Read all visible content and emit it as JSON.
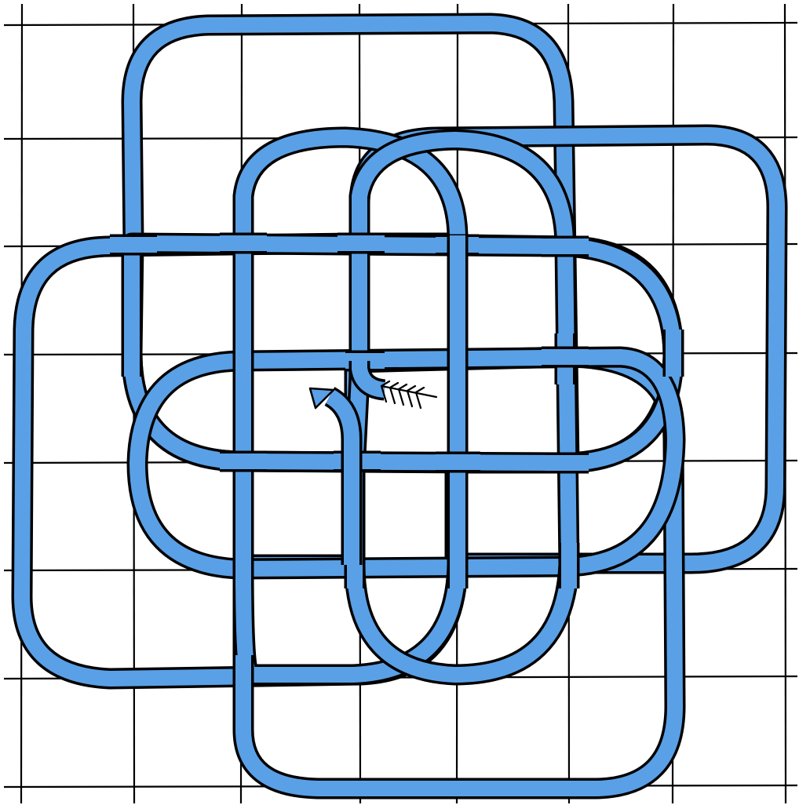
{
  "diagram": {
    "kind": "celtic-knot-on-grid",
    "band_color": "#5aa0e6",
    "outline_color": "#000000",
    "grid_color": "#000000",
    "background_color": "#ffffff",
    "grid_columns": 7,
    "grid_rows": 7,
    "loops": [
      {
        "name": "top-rounded-square"
      },
      {
        "name": "right-rounded-square"
      },
      {
        "name": "left-rounded-square"
      },
      {
        "name": "bottom-rounded-square"
      },
      {
        "name": "upper-horizontal-stadium"
      },
      {
        "name": "lower-horizontal-stadium"
      },
      {
        "name": "left-vertical-stadium"
      },
      {
        "name": "right-vertical-stadium"
      }
    ],
    "markers": {
      "arrowhead_icon": "arrowhead-icon",
      "feather_tail_icon": "arrow-fletching-icon"
    }
  }
}
